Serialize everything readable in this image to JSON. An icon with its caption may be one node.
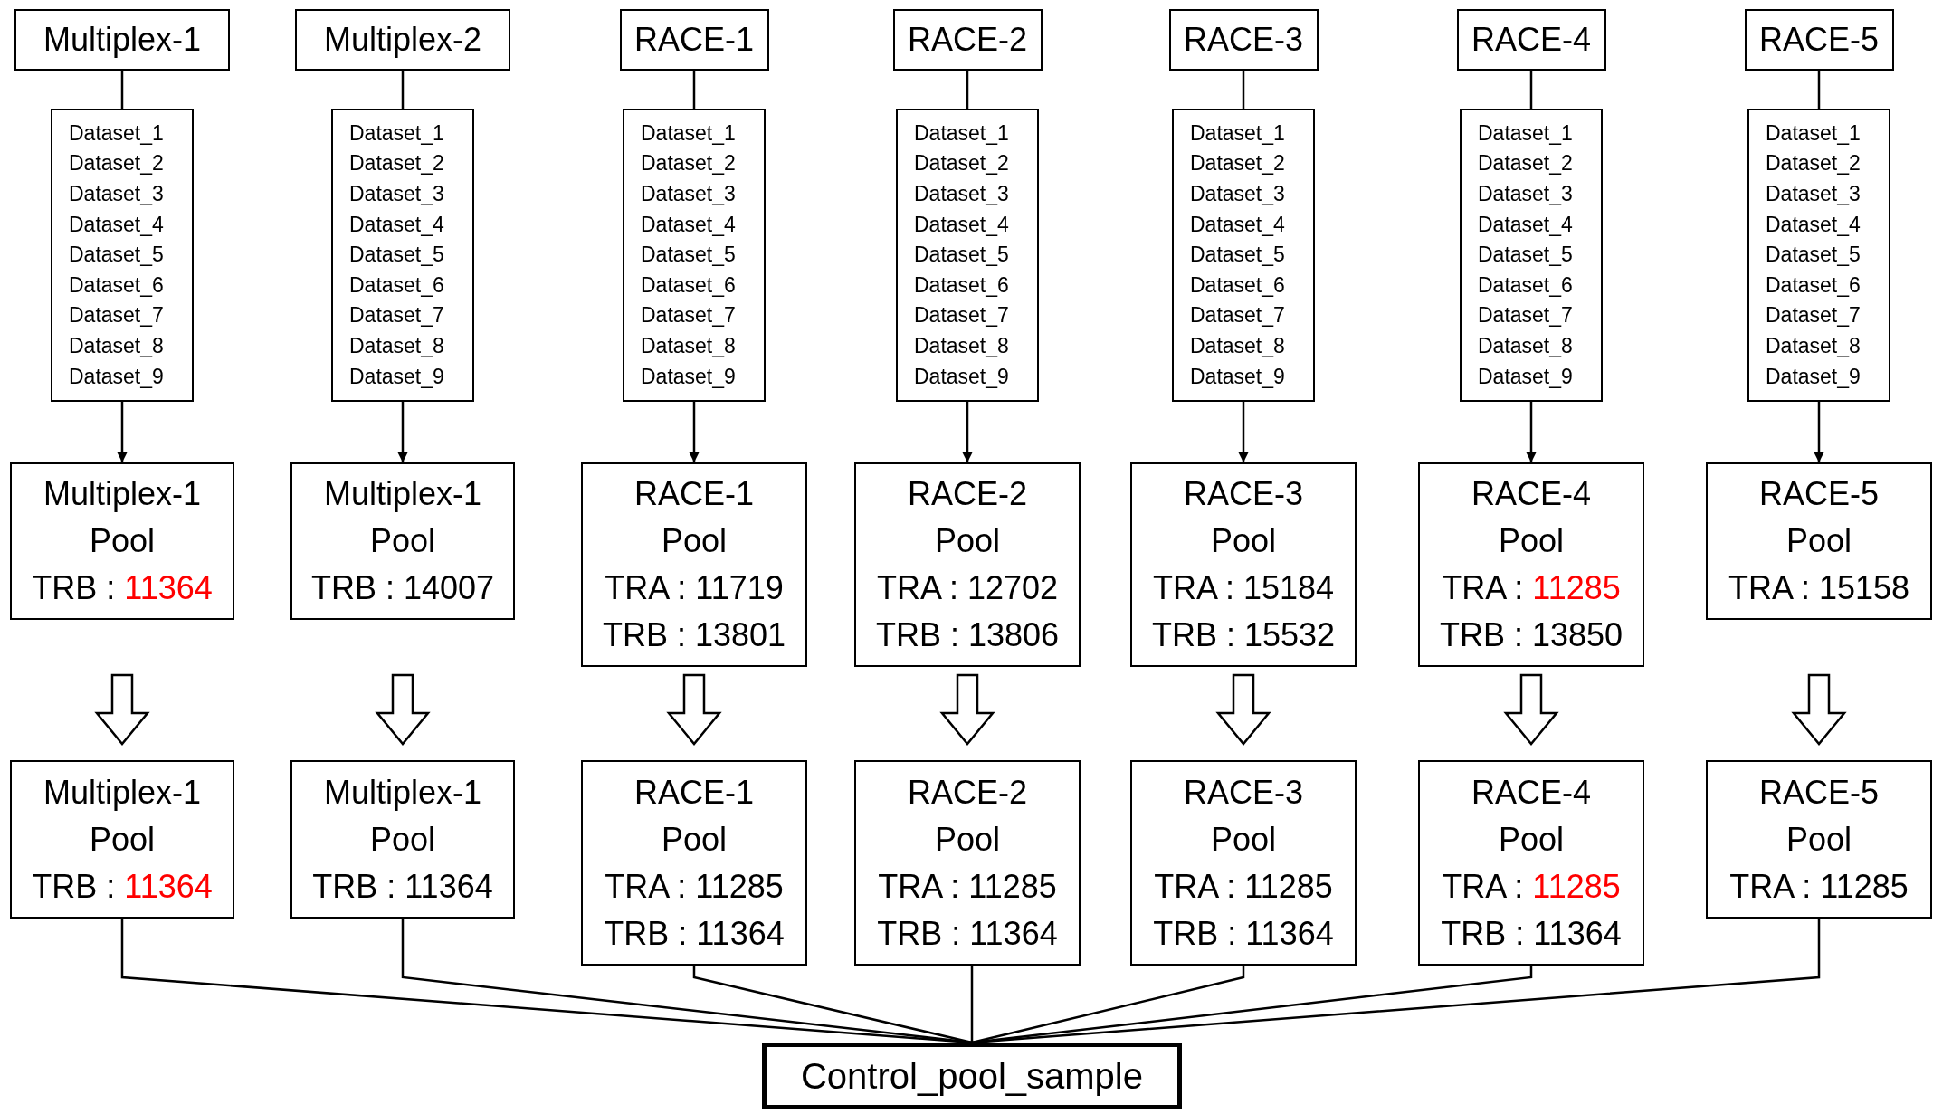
{
  "diagram": {
    "nodes": [
      {
        "text": [
          "Multiplex-1"
        ]
      },
      {
        "text": [
          "Multiplex-2"
        ]
      },
      {
        "text": [
          "RACE-1"
        ]
      },
      {
        "text": [
          "RACE-2"
        ]
      },
      {
        "text": [
          "RACE-3"
        ]
      },
      {
        "text": [
          "RACE-4"
        ]
      },
      {
        "text": [
          "RACE-5"
        ]
      },
      {
        "text": [
          "Dataset_1 Dataset_2 Dataset_3 Dataset_4 Dataset_5 Dataset_6 Dataset_7 Dataset_8 Dataset_9"
        ]
      },
      {
        "text": [
          "Dataset_1 Dataset_2 Dataset_3 Dataset_4 Dataset_5 Dataset_6 Dataset_7 Dataset_8 Dataset_9"
        ]
      },
      {
        "text": [
          "Dataset_1 Dataset_2 Dataset_3 Dataset_4 Dataset_5 Dataset_6 Dataset_7 Dataset_8 Dataset_9"
        ]
      },
      {
        "text": [
          "Dataset_1 Dataset_2 Dataset_3 Dataset_4 Dataset_5 Dataset_6 Dataset_7 Dataset_8 Dataset_9"
        ]
      },
      {
        "text": [
          "Dataset_1 Dataset_2 Dataset_3 Dataset_4 Dataset_5 Dataset_6 Dataset_7 Dataset_8 Dataset_9"
        ]
      },
      {
        "text": [
          "Dataset_1 Dataset_2 Dataset_3 Dataset_4 Dataset_5 Dataset_6 Dataset_7 Dataset_8 Dataset_9"
        ]
      },
      {
        "text": [
          "Dataset_1 Dataset_2 Dataset_3 Dataset_4 Dataset_5 Dataset_6 Dataset_7 Dataset_8 Dataset_9"
        ]
      },
      {
        "text": [
          "Multiplex-1 Pool",
          "TRB : 11364"
        ]
      },
      {
        "text": [
          "Multiplex-1 Pool",
          "TRB : 14007"
        ]
      },
      {
        "text": [
          "RACE-1 Pool",
          "TRA : 11719",
          "TRB : 13801"
        ]
      },
      {
        "text": [
          "RACE-2 Pool",
          "TRA : 12702",
          "TRB : 13806"
        ]
      },
      {
        "text": [
          "RACE-3 Pool",
          "TRA : 15184",
          "TRB : 15532"
        ]
      },
      {
        "text": [
          "RACE-4 Pool",
          "TRA : 11285",
          "TRB : 13850"
        ]
      },
      {
        "text": [
          "RACE-5 Pool",
          "TRA : 15158"
        ]
      },
      {
        "text": [
          "Multiplex-1 Pool",
          "TRB : 11364"
        ]
      },
      {
        "text": [
          "Multiplex-1 Pool",
          "TRB : 11364"
        ]
      },
      {
        "text": [
          "RACE-1 Pool",
          "TRA : 11285",
          "TRB : 11364"
        ]
      },
      {
        "text": [
          "RACE-2 Pool",
          "TRA : 11285",
          "TRB : 11364"
        ]
      },
      {
        "text": [
          "RACE-3 Pool",
          "TRA : 11285",
          "TRB : 11364"
        ]
      },
      {
        "text": [
          "RACE-4 Pool",
          "TRA : 11285",
          "TRB : 11364"
        ]
      },
      {
        "text": [
          "RACE-5 Pool",
          "TRA : 11285"
        ]
      },
      {
        "text": [
          "Control_pool_sample"
        ]
      }
    ],
    "edges": [
      {
        "from": 0,
        "to": 7,
        "arrow": "none"
      },
      {
        "from": 1,
        "to": 8,
        "arrow": "none"
      },
      {
        "from": 2,
        "to": 9,
        "arrow": "none"
      },
      {
        "from": 3,
        "to": 10,
        "arrow": "none"
      },
      {
        "from": 4,
        "to": 11,
        "arrow": "none"
      },
      {
        "from": 5,
        "to": 12,
        "arrow": "none"
      },
      {
        "from": 6,
        "to": 13,
        "arrow": "none"
      },
      {
        "from": 7,
        "to": 14,
        "arrow": "to"
      },
      {
        "from": 8,
        "to": 15,
        "arrow": "to"
      },
      {
        "from": 9,
        "to": 16,
        "arrow": "to"
      },
      {
        "from": 10,
        "to": 17,
        "arrow": "to"
      },
      {
        "from": 11,
        "to": 18,
        "arrow": "to"
      },
      {
        "from": 12,
        "to": 19,
        "arrow": "to"
      },
      {
        "from": 13,
        "to": 20,
        "arrow": "to"
      },
      {
        "from": 14,
        "to": 21,
        "arrow": "to",
        "style": "thick"
      },
      {
        "from": 15,
        "to": 22,
        "arrow": "to",
        "style": "thick"
      },
      {
        "from": 16,
        "to": 23,
        "arrow": "to",
        "style": "thick"
      },
      {
        "from": 17,
        "to": 24,
        "arrow": "to",
        "style": "thick"
      },
      {
        "from": 18,
        "to": 25,
        "arrow": "to",
        "style": "thick"
      },
      {
        "from": 19,
        "to": 26,
        "arrow": "to",
        "style": "thick"
      },
      {
        "from": 20,
        "to": 27,
        "arrow": "to",
        "style": "thick"
      },
      {
        "from": 21,
        "to": 28,
        "arrow": "none"
      },
      {
        "from": 22,
        "to": 28,
        "arrow": "none"
      },
      {
        "from": 23,
        "to": 28,
        "arrow": "none"
      },
      {
        "from": 24,
        "to": 28,
        "arrow": "none"
      },
      {
        "from": 25,
        "to": 28,
        "arrow": "none"
      },
      {
        "from": 26,
        "to": 28,
        "arrow": "none"
      },
      {
        "from": 27,
        "to": 28,
        "arrow": "none"
      }
    ]
  }
}
